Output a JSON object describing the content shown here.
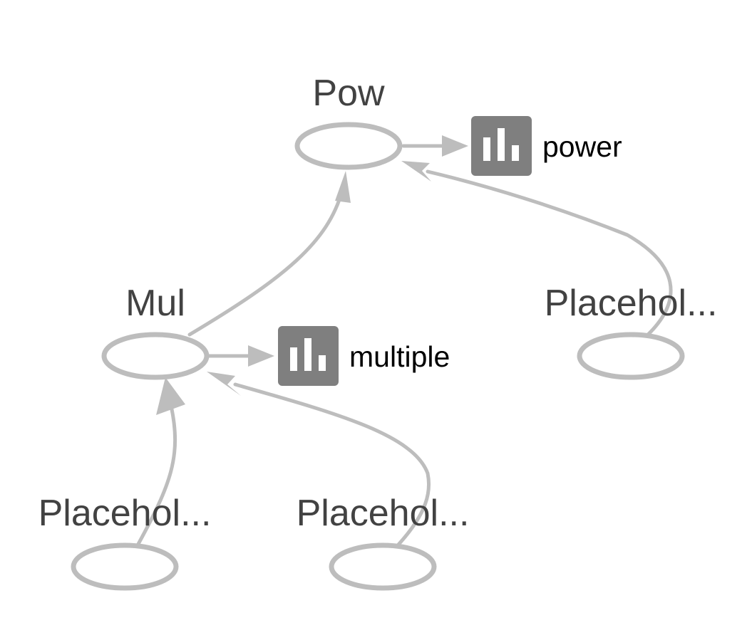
{
  "colors": {
    "edge": "#bdbdbd",
    "node_stroke": "#bdbdbd",
    "node_label": "#424242",
    "summary_icon": "#7f7f7f",
    "summary_label": "#000000",
    "background": "#ffffff"
  },
  "nodes": {
    "pow": {
      "label": "Pow"
    },
    "mul": {
      "label": "Mul"
    },
    "placeholder_right": {
      "label": "Placehol..."
    },
    "placeholder_left": {
      "label": "Placehol..."
    },
    "placeholder_middle": {
      "label": "Placehol..."
    }
  },
  "summaries": {
    "power": {
      "label": "power",
      "icon": "bar-chart-icon"
    },
    "multiple": {
      "label": "multiple",
      "icon": "bar-chart-icon"
    }
  },
  "edges": [
    {
      "from": "mul",
      "to": "pow"
    },
    {
      "from": "placeholder_right",
      "to": "pow"
    },
    {
      "from": "pow",
      "to": "power"
    },
    {
      "from": "placeholder_left",
      "to": "mul"
    },
    {
      "from": "placeholder_middle",
      "to": "mul"
    },
    {
      "from": "mul",
      "to": "multiple"
    }
  ]
}
